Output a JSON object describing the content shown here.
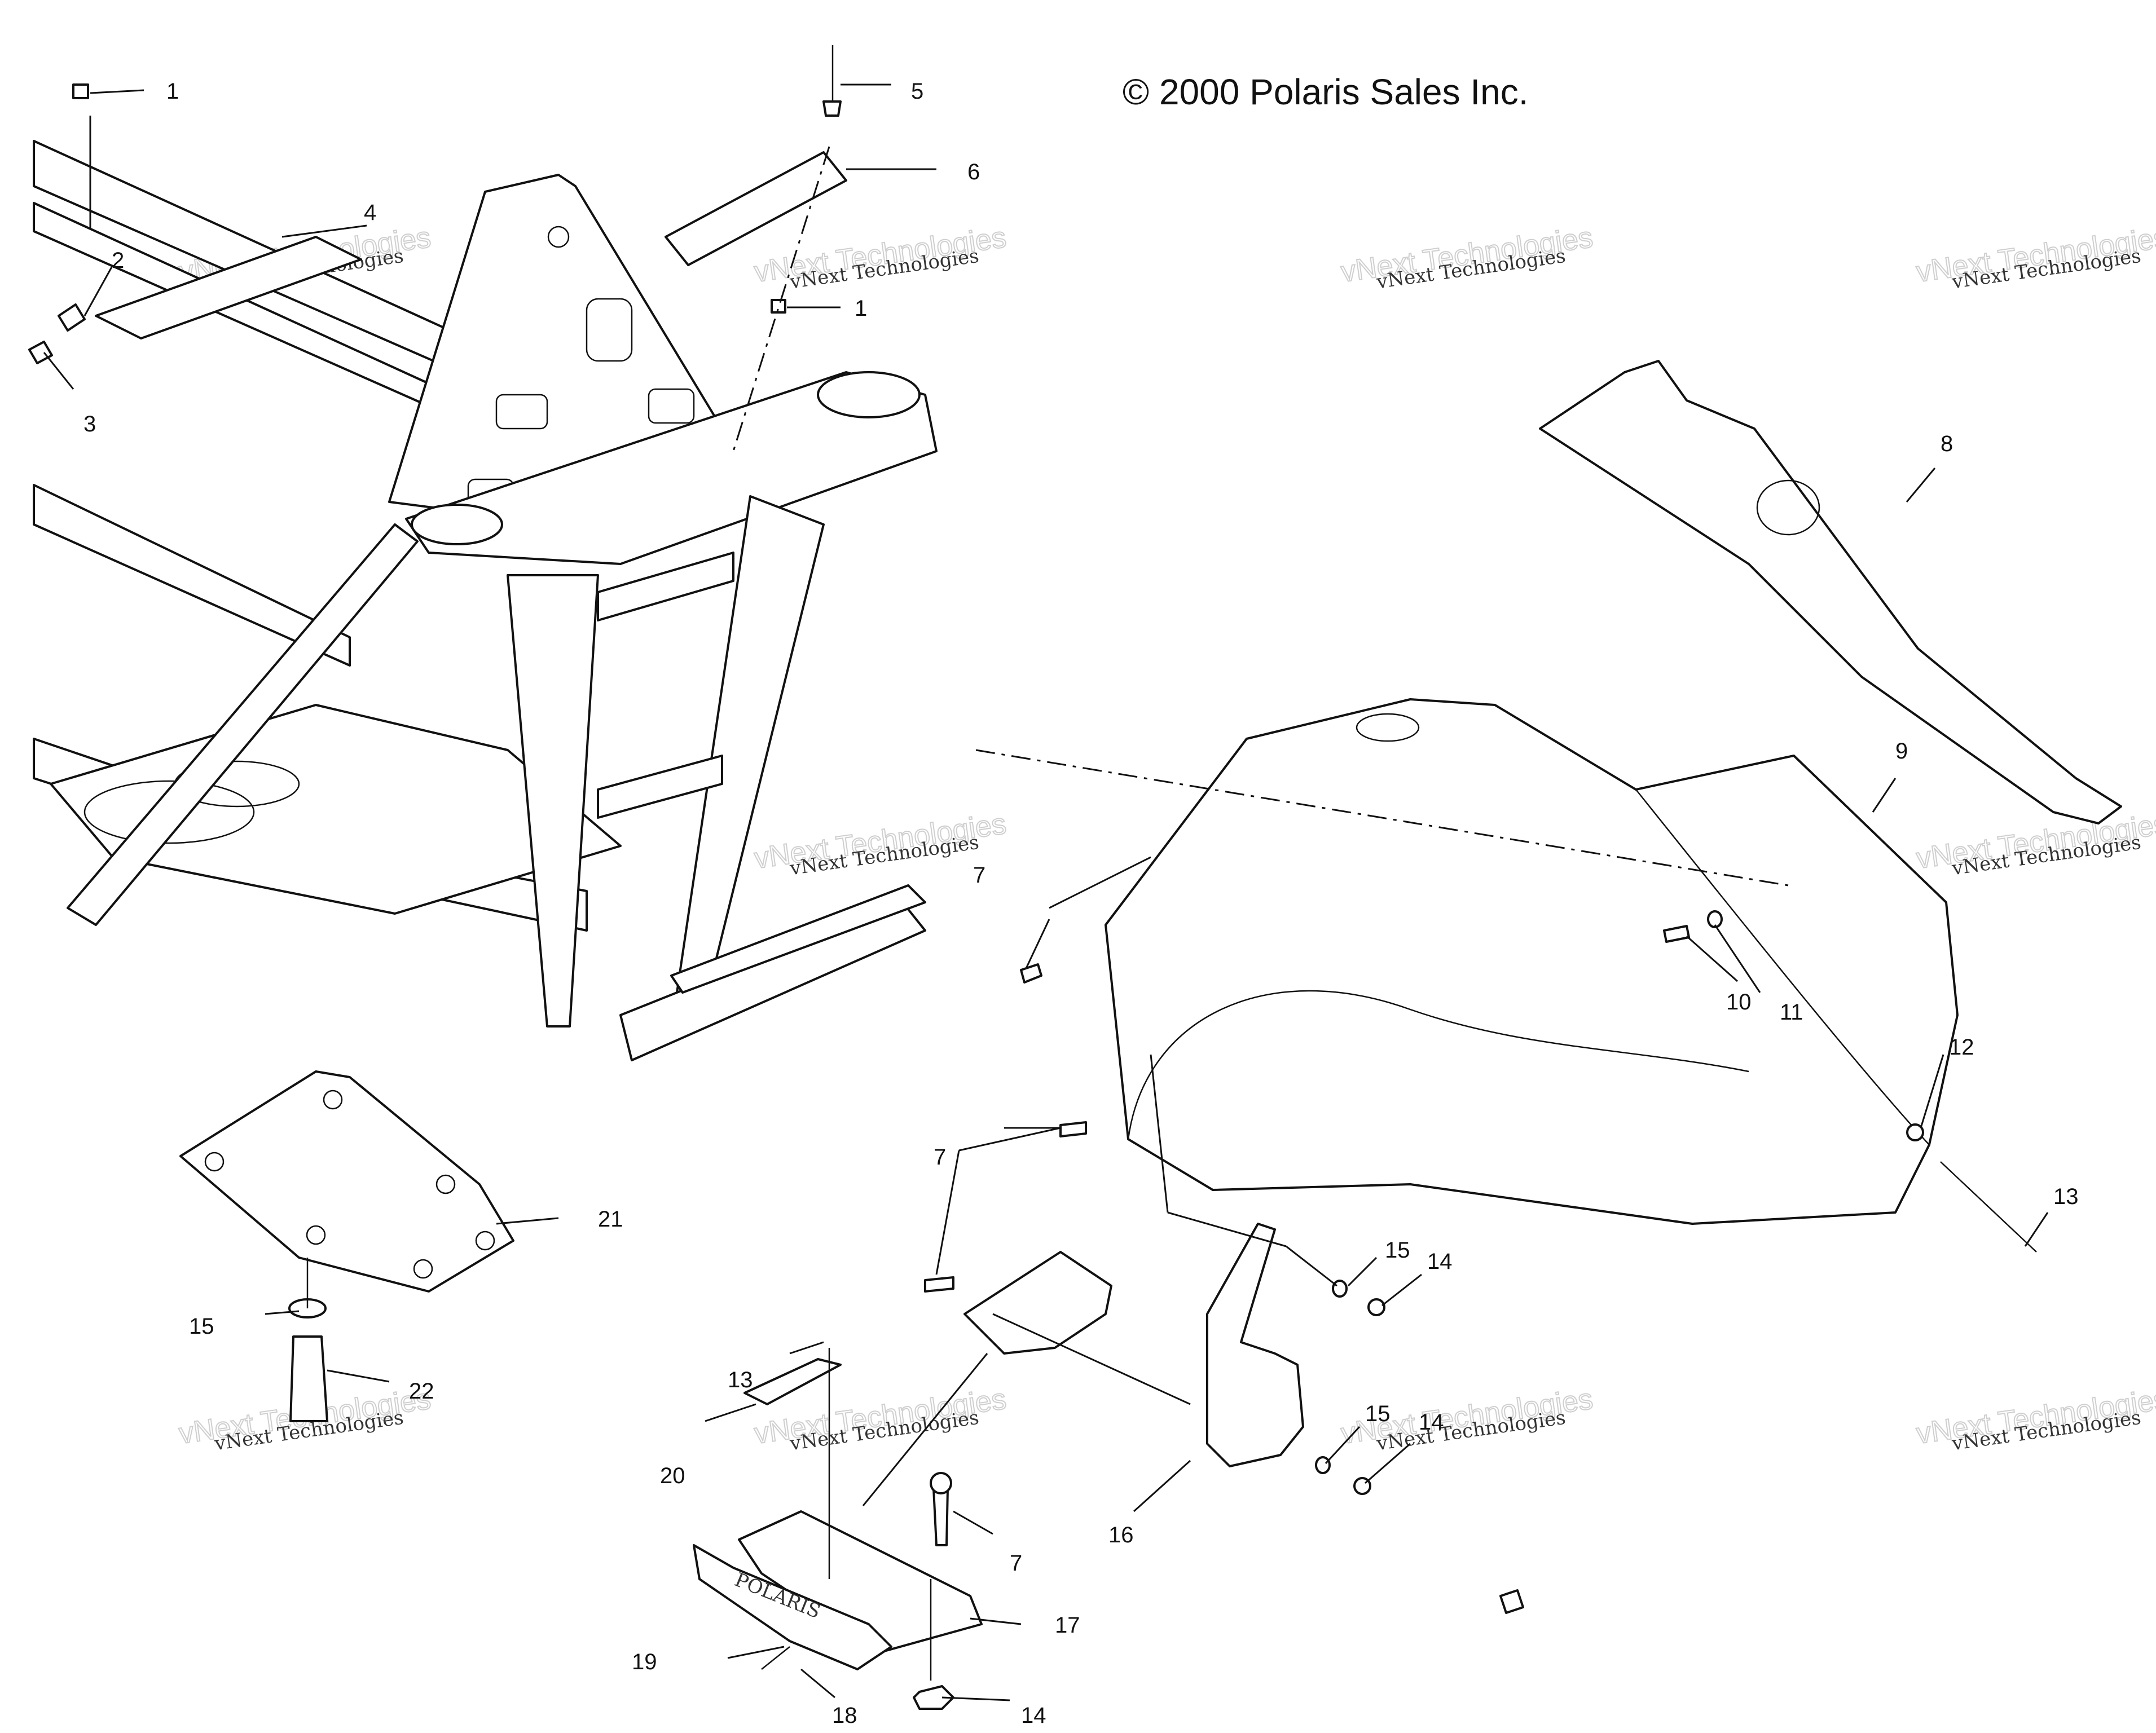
{
  "copyright": "© 2000 Polaris Sales Inc.",
  "watermark": {
    "line1": "vNext Technologies",
    "line2": "vNext Technologies"
  },
  "callouts": [
    {
      "id": "c1a",
      "text": "1"
    },
    {
      "id": "c1b",
      "text": "1"
    },
    {
      "id": "c2",
      "text": "2"
    },
    {
      "id": "c3",
      "text": "3"
    },
    {
      "id": "c4",
      "text": "4"
    },
    {
      "id": "c5",
      "text": "5"
    },
    {
      "id": "c6",
      "text": "6"
    },
    {
      "id": "c7a",
      "text": "7"
    },
    {
      "id": "c7b",
      "text": "7"
    },
    {
      "id": "c7c",
      "text": "7"
    },
    {
      "id": "c8",
      "text": "8"
    },
    {
      "id": "c9",
      "text": "9"
    },
    {
      "id": "c10",
      "text": "10"
    },
    {
      "id": "c11",
      "text": "11"
    },
    {
      "id": "c12",
      "text": "12"
    },
    {
      "id": "c13a",
      "text": "13"
    },
    {
      "id": "c13b",
      "text": "13"
    },
    {
      "id": "c14a",
      "text": "14"
    },
    {
      "id": "c14b",
      "text": "14"
    },
    {
      "id": "c14c",
      "text": "14"
    },
    {
      "id": "c15a",
      "text": "15"
    },
    {
      "id": "c15b",
      "text": "15"
    },
    {
      "id": "c15c",
      "text": "15"
    },
    {
      "id": "c16",
      "text": "16"
    },
    {
      "id": "c17",
      "text": "17"
    },
    {
      "id": "c18",
      "text": "18"
    },
    {
      "id": "c19",
      "text": "19"
    },
    {
      "id": "c20",
      "text": "20"
    },
    {
      "id": "c21",
      "text": "21"
    },
    {
      "id": "c22",
      "text": "22"
    }
  ],
  "footrest_brand": "POLARIS"
}
